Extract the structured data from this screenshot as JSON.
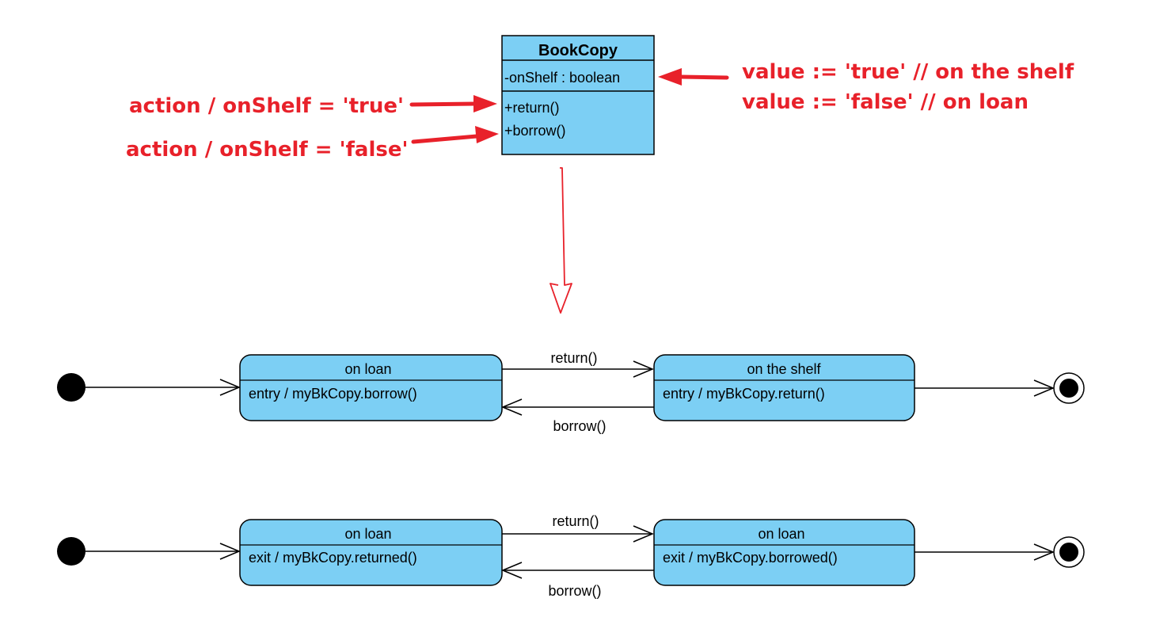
{
  "colors": {
    "box_fill": "#7ccff4",
    "stroke": "#000000",
    "annotation": "#e8212a",
    "background": "#ffffff"
  },
  "class": {
    "name": "BookCopy",
    "attributes": [
      "-onShelf : boolean"
    ],
    "operations": [
      "+return()",
      "+borrow()"
    ]
  },
  "annotations": {
    "return_action": "action / onShelf = 'true'",
    "borrow_action": "action / onShelf = 'false'",
    "value_true": "value := 'true' // on the shelf",
    "value_false": "value := 'false' // on loan"
  },
  "machines": [
    {
      "left_state": {
        "name": "on loan",
        "activity": "entry / myBkCopy.borrow()"
      },
      "right_state": {
        "name": "on the shelf",
        "activity": "entry / myBkCopy.return()"
      },
      "forward_event": "return()",
      "back_event": "borrow()"
    },
    {
      "left_state": {
        "name": "on loan",
        "activity": "exit / myBkCopy.returned()"
      },
      "right_state": {
        "name": "on loan",
        "activity": "exit / myBkCopy.borrowed()"
      },
      "forward_event": "return()",
      "back_event": "borrow()"
    }
  ]
}
